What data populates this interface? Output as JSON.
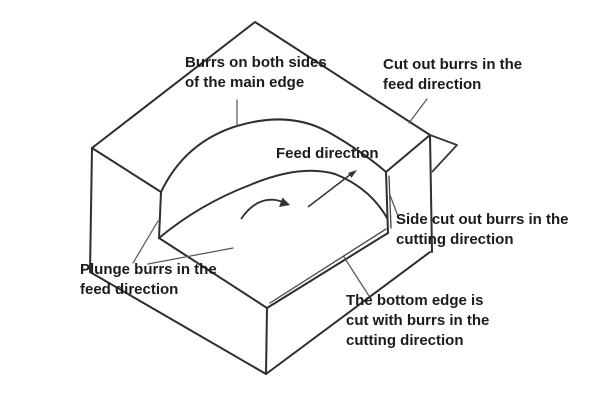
{
  "colors": {
    "background": "#ffffff",
    "line": "#2e2e2e",
    "leader": "#555555",
    "text": "#1b1b1b"
  },
  "labels": {
    "burrs_main_edge": {
      "lines": [
        "Burrs on both sides",
        "of the main edge"
      ]
    },
    "cut_out_burrs": {
      "lines": [
        "Cut out burrs in the",
        "feed direction"
      ]
    },
    "feed_direction": {
      "lines": [
        "Feed direction"
      ]
    },
    "side_cut_out": {
      "lines": [
        "Side cut out burrs in the",
        "cutting direction"
      ]
    },
    "bottom_edge": {
      "lines": [
        "The bottom edge is",
        "cut with burrs in the",
        "cutting direction"
      ]
    },
    "plunge_burrs": {
      "lines": [
        "Plunge burrs in the",
        "feed direction"
      ]
    }
  },
  "icons": {
    "feed_arrow": "feed-direction-arrow",
    "rotation_arrow": "cutter-rotation-arrow",
    "exit_burr": "exit-burr-triangle"
  }
}
